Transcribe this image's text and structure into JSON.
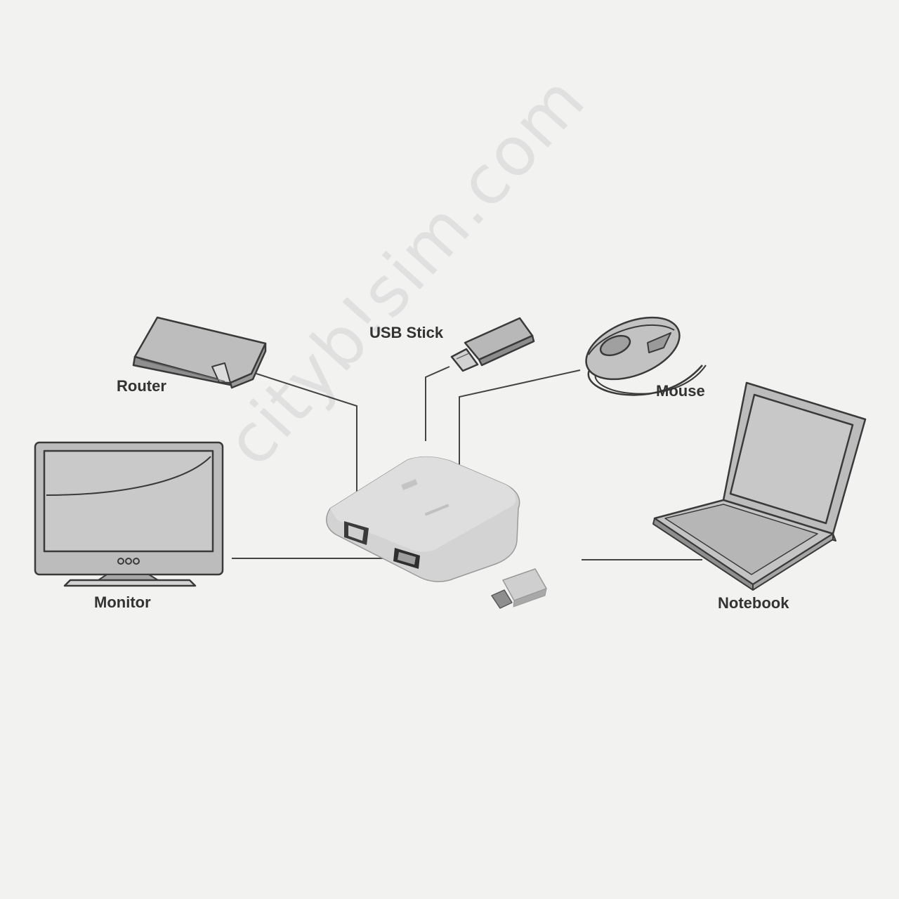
{
  "labels": {
    "router": "Router",
    "usb_stick": "USB Stick",
    "mouse": "Mouse",
    "monitor": "Monitor",
    "notebook": "Notebook"
  },
  "watermark": "cityb!sim.com",
  "colors": {
    "background": "#f2f2f1",
    "device_fill": "#b9b9b9",
    "device_outline": "#3a3a3a",
    "hub_body": "#d6d6d6",
    "line": "#444444"
  }
}
